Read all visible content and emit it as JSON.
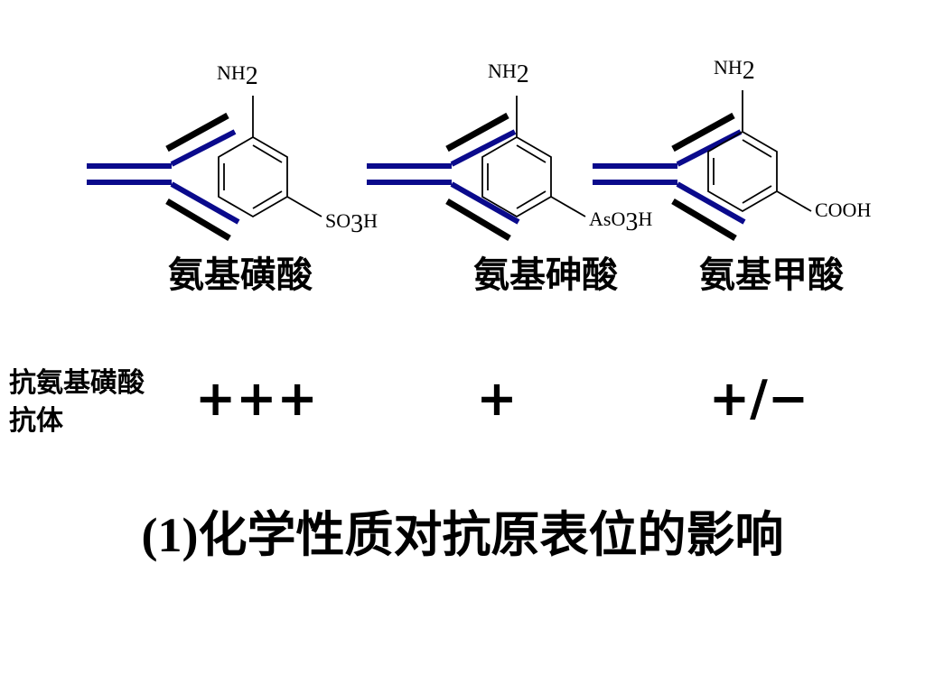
{
  "colors": {
    "antibody_blue": "#0a0a8c",
    "antibody_black": "#000000"
  },
  "molecules": [
    {
      "amine": "NH",
      "amine_sub": "2",
      "group_main": "SO",
      "group_sub": "3",
      "group_end": "H",
      "name": "氨基磺酸"
    },
    {
      "amine": "NH",
      "amine_sub": "2",
      "group_main": "AsO",
      "group_sub": "3",
      "group_end": "H",
      "name": "氨基砷酸"
    },
    {
      "amine": "NH",
      "amine_sub": "2",
      "group_main": "COOH",
      "group_sub": "",
      "group_end": "",
      "name": "氨基甲酸"
    }
  ],
  "row_label": "抗氨基磺酸抗体",
  "reactivity": [
    "+++",
    "+",
    "+/−"
  ],
  "title_number": "(1)",
  "title_text": "化学性质对抗原表位的影响"
}
